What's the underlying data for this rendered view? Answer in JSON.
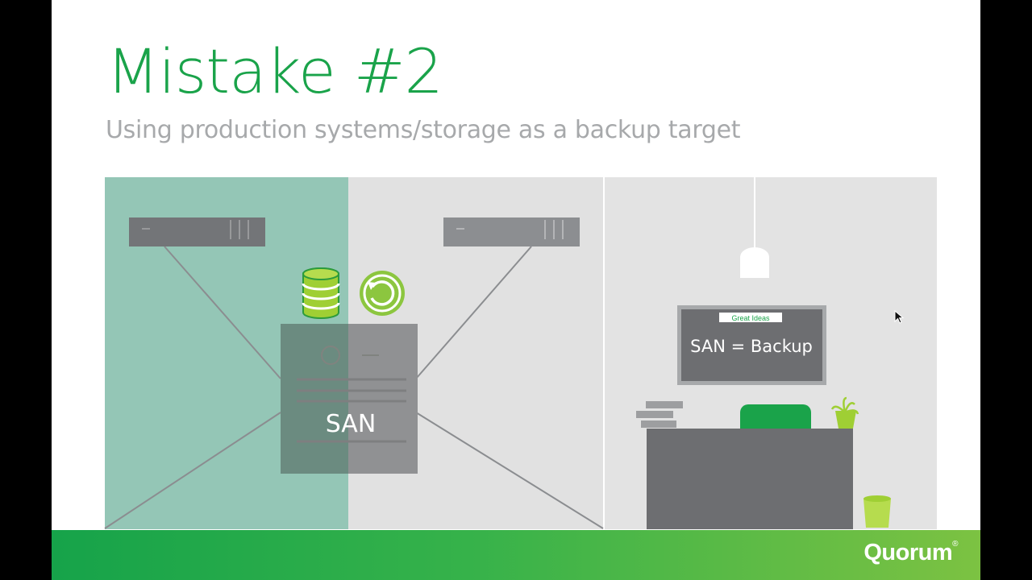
{
  "slide": {
    "title": "Mistake #2",
    "subtitle": "Using production systems/storage as a backup target"
  },
  "diagram": {
    "san_label": "SAN",
    "board_tag": "Great Ideas",
    "board_text": "SAN = Backup"
  },
  "footer": {
    "logo": "Quorum",
    "logo_mark": "®"
  },
  "colors": {
    "accent_green": "#1aa34a",
    "left_panel": "#94c6b6",
    "scene_gray": "#e1e1e1",
    "dark_gray": "#6d6e71",
    "lime": "#9fcf34"
  },
  "icons": [
    "database-icon",
    "restore-icon",
    "cursor-arrow-icon"
  ]
}
